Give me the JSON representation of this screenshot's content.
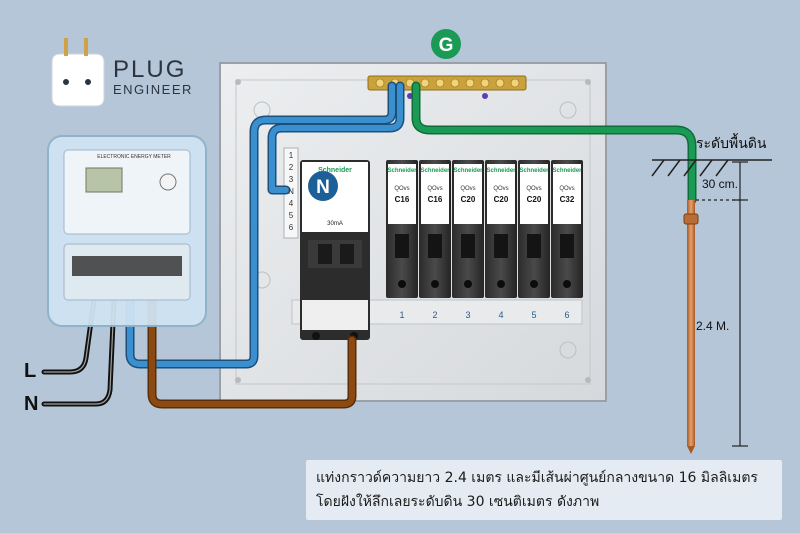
{
  "brand": {
    "line1": "PLUG",
    "line2": "ENGINEER"
  },
  "labels": {
    "ground_marker": "G",
    "neutral_marker": "N",
    "wire_L": "L",
    "wire_N": "N",
    "ground_level": "ระดับพื้นดิน",
    "depth": "30 cm.",
    "rod_length": "2.4 M."
  },
  "meter": {
    "title": "ELECTRONIC ENERGY METER"
  },
  "main_breaker": {
    "brand": "Schneider",
    "rating": "30mA"
  },
  "breakers": [
    {
      "brand": "Schneider",
      "model": "QOvs",
      "rating": "C16"
    },
    {
      "brand": "Schneider",
      "model": "QOvs",
      "rating": "C16"
    },
    {
      "brand": "Schneider",
      "model": "QOvs",
      "rating": "C20"
    },
    {
      "brand": "Schneider",
      "model": "QOvs",
      "rating": "C20"
    },
    {
      "brand": "Schneider",
      "model": "QOvs",
      "rating": "C20"
    },
    {
      "brand": "Schneider",
      "model": "QOvs",
      "rating": "C32"
    }
  ],
  "slot_numbers": [
    "1",
    "2",
    "3",
    "4",
    "5",
    "6"
  ],
  "terminal_numbers": [
    "1",
    "2",
    "3",
    "N",
    "4",
    "5",
    "6"
  ],
  "caption": {
    "line1": "แท่งกราวด์ความยาว 2.4 เมตร และมีเส้นผ่าศูนย์กลางขนาด 16 มิลลิเมตร",
    "line2": "โดยฝังให้ลึกเลยระดับดิน 30 เซนติเมตร ดังภาพ"
  },
  "colors": {
    "ground_wire": "#1a9a55",
    "neutral_wire": "#3a8fcf",
    "line_wire": "#8a4a12",
    "ground_rod": "#c8753a"
  }
}
